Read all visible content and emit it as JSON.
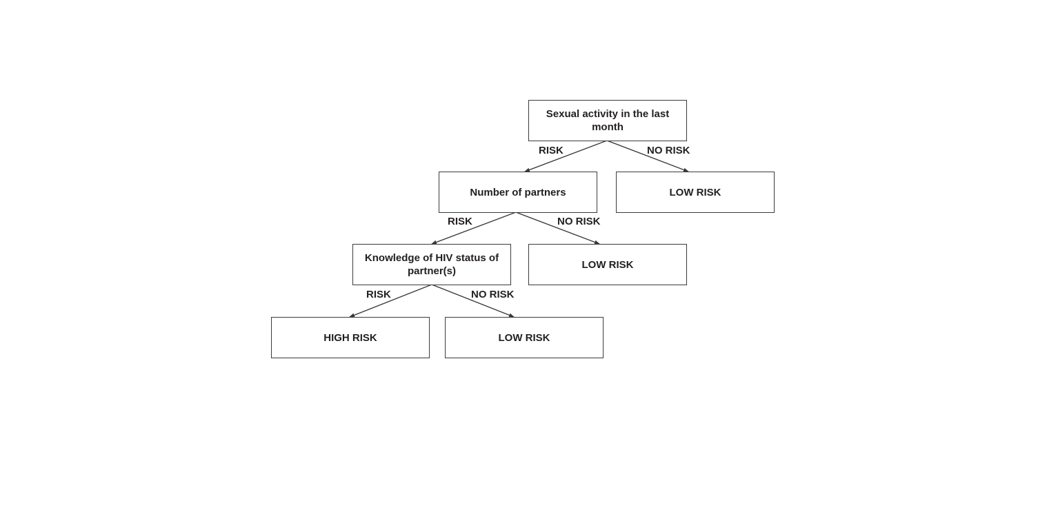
{
  "nodes": {
    "root": "Sexual activity in the last month",
    "partners": "Number of partners",
    "low_risk_1": "LOW RISK",
    "hiv_status": "Knowledge of HIV status of partner(s)",
    "low_risk_2": "LOW RISK",
    "high_risk": "HIGH RISK",
    "low_risk_3": "LOW RISK"
  },
  "edges": {
    "root_risk": "RISK",
    "root_no_risk": "NO RISK",
    "partners_risk": "RISK",
    "partners_no_risk": "NO RISK",
    "hiv_risk": "RISK",
    "hiv_no_risk": "NO RISK"
  }
}
